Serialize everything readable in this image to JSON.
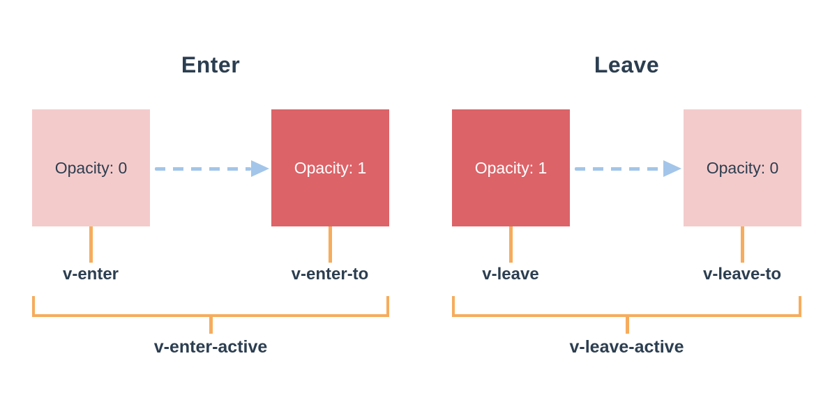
{
  "colors": {
    "pink": "#f4cbcb",
    "red": "#dc6368",
    "orange": "#f6ac5c",
    "blue": "#a3c5e9",
    "navy": "#2c3e50",
    "white": "#ffffff"
  },
  "sections": [
    {
      "title": "Enter",
      "from_box": {
        "text": "Opacity: 0",
        "bg": "#f4cbcb",
        "fg": "#2c3e50"
      },
      "to_box": {
        "text": "Opacity: 1",
        "bg": "#dc6368",
        "fg": "#ffffff"
      },
      "from_label": "v-enter",
      "to_label": "v-enter-to",
      "active_label": "v-enter-active"
    },
    {
      "title": "Leave",
      "from_box": {
        "text": "Opacity: 1",
        "bg": "#dc6368",
        "fg": "#ffffff"
      },
      "to_box": {
        "text": "Opacity: 0",
        "bg": "#f4cbcb",
        "fg": "#2c3e50"
      },
      "from_label": "v-leave",
      "to_label": "v-leave-to",
      "active_label": "v-leave-active"
    }
  ]
}
